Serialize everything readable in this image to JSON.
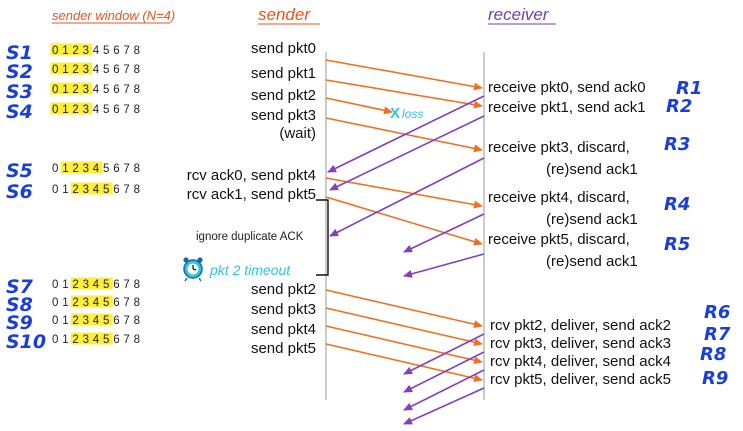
{
  "headers": {
    "sender_window": "sender window (N=4)",
    "sender": "sender",
    "receiver": "receiver"
  },
  "colors": {
    "header": "#e8541c",
    "data_arrow": "#f07020",
    "ack_arrow": "#8040c0",
    "highlight": "#ffef3a",
    "handwriting": "#1a3fd6",
    "loss": "#2ec4e8",
    "timeout": "#2ec4e8"
  },
  "window_digits": [
    "0",
    "1",
    "2",
    "3",
    "4",
    "5",
    "6",
    "7",
    "8"
  ],
  "window_rows": [
    {
      "label": "S1",
      "start": 0
    },
    {
      "label": "S2",
      "start": 0
    },
    {
      "label": "S3",
      "start": 0
    },
    {
      "label": "S4",
      "start": 0
    },
    {
      "label": "S5",
      "start": 1
    },
    {
      "label": "S6",
      "start": 2
    },
    {
      "label": "S7",
      "start": 2
    },
    {
      "label": "S8",
      "start": 2
    },
    {
      "label": "S9",
      "start": 2
    },
    {
      "label": "S10",
      "start": 2
    }
  ],
  "window_size": 4,
  "sender_events": [
    "send  pkt0",
    "send  pkt1",
    "send  pkt2",
    "send  pkt3",
    "(wait)",
    "rcv ack0, send pkt4",
    "rcv ack1, send pkt5",
    "send  pkt2",
    "send  pkt3",
    "send  pkt4",
    "send  pkt5"
  ],
  "sender_notes": {
    "ignore_duplicate": "ignore duplicate ACK",
    "timeout": "pkt 2 timeout"
  },
  "loss": {
    "mark": "X",
    "label": "loss"
  },
  "receiver_events": [
    [
      "receive pkt0, send ack0"
    ],
    [
      "receive pkt1, send ack1"
    ],
    [
      "receive pkt3, discard,",
      "(re)send ack1"
    ],
    [
      "receive pkt4, discard,",
      "(re)send ack1"
    ],
    [
      "receive pkt5, discard,",
      "(re)send ack1"
    ],
    [
      "rcv pkt2, deliver, send ack2"
    ],
    [
      "rcv pkt3, deliver, send ack3"
    ],
    [
      "rcv pkt4, deliver, send ack4"
    ],
    [
      "rcv pkt5, deliver, send ack5"
    ]
  ],
  "receiver_labels": [
    "R1",
    "R2",
    "R3",
    "R4",
    "R5",
    "R6",
    "R7",
    "R8",
    "R9"
  ]
}
